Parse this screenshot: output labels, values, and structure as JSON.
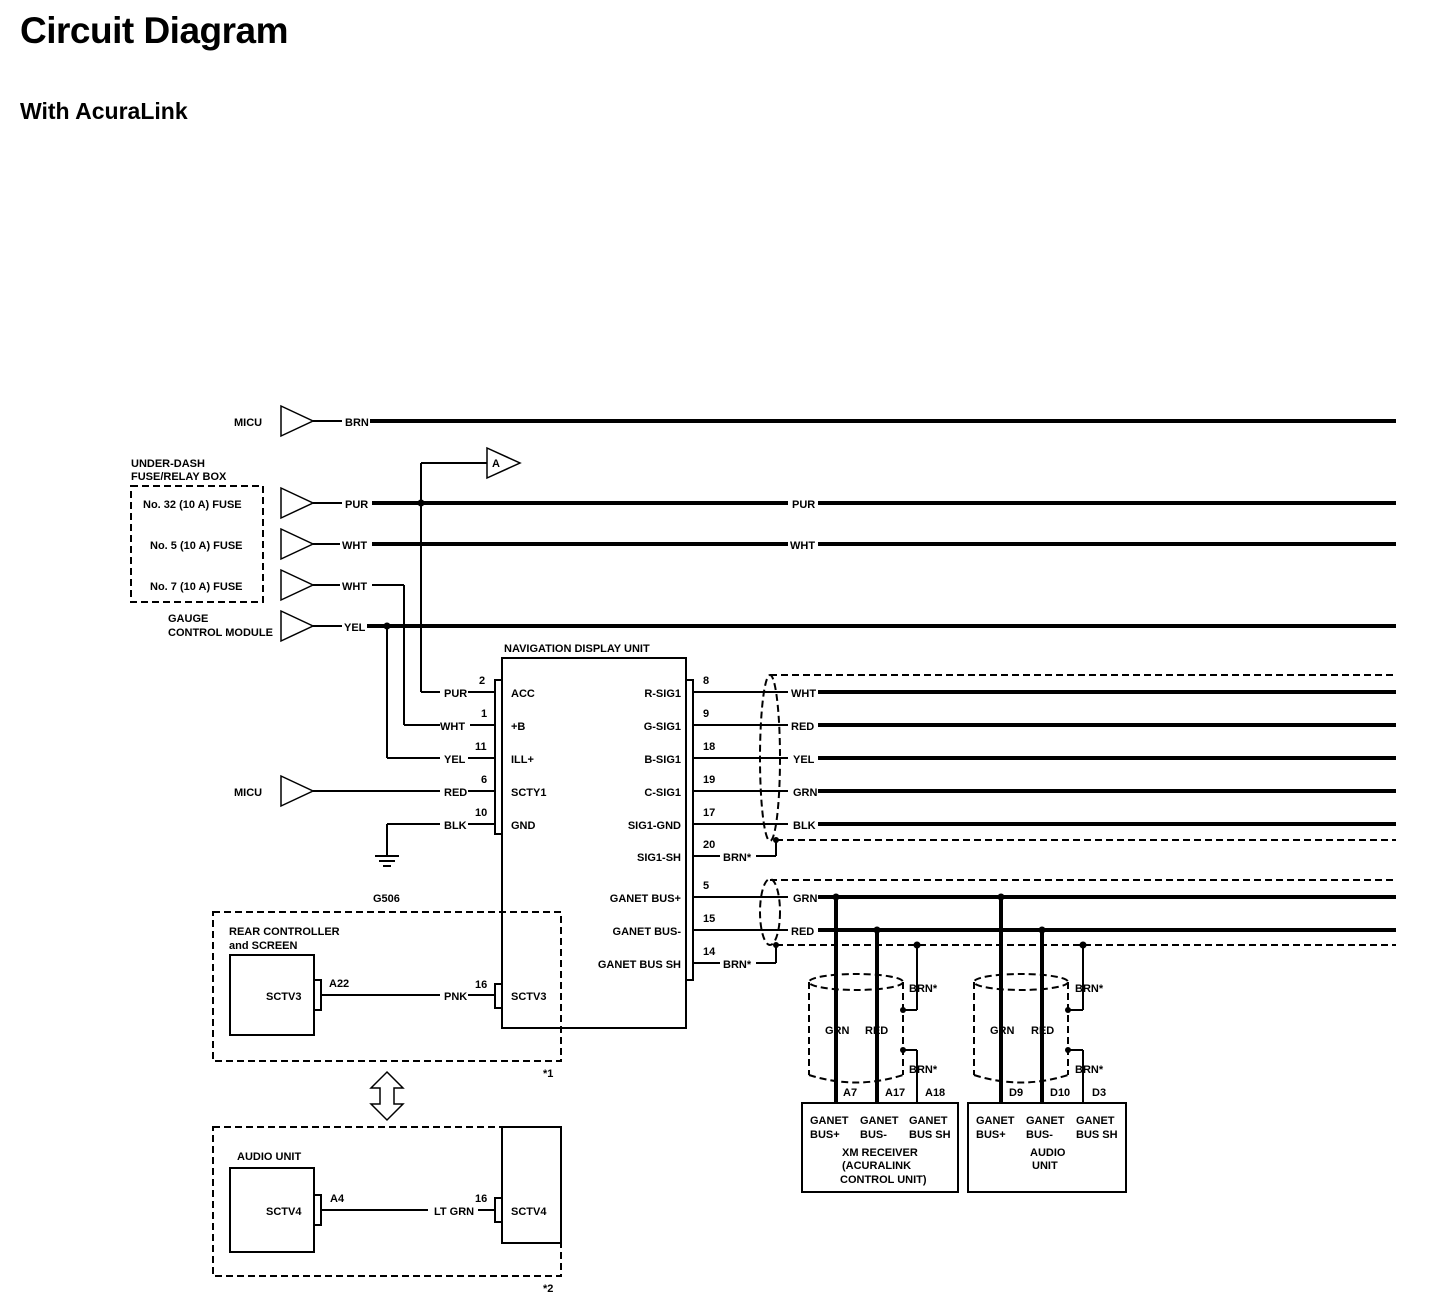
{
  "title": "Circuit Diagram",
  "subtitle": "With AcuraLink",
  "sources": {
    "micu_top": "MICU",
    "under_dash_1": "UNDER-DASH",
    "under_dash_2": "FUSE/RELAY BOX",
    "fuse32": "No. 32 (10 A) FUSE",
    "fuse5": "No. 5 (10 A) FUSE",
    "fuse7": "No. 7 (10 A) FUSE",
    "gauge_1": "GAUGE",
    "gauge_2": "CONTROL MODULE",
    "micu_mid": "MICU",
    "connector_a": "A",
    "ground": "G506"
  },
  "wire_colors": {
    "brn": "BRN",
    "pur": "PUR",
    "wht": "WHT",
    "yel": "YEL",
    "red": "RED",
    "blk": "BLK",
    "grn": "GRN",
    "pnk": "PNK",
    "ltgrn": "LT GRN",
    "brn_star": "BRN*"
  },
  "nav": {
    "title": "NAVIGATION DISPLAY UNIT",
    "left_pins": [
      {
        "num": "2",
        "name": "ACC",
        "wire": "PUR"
      },
      {
        "num": "1",
        "name": "+B",
        "wire": "WHT"
      },
      {
        "num": "11",
        "name": "ILL+",
        "wire": "YEL"
      },
      {
        "num": "6",
        "name": "SCTY1",
        "wire": "RED"
      },
      {
        "num": "10",
        "name": "GND",
        "wire": "BLK"
      }
    ],
    "right_pins": [
      {
        "num": "8",
        "name": "R-SIG1",
        "wire": "WHT"
      },
      {
        "num": "9",
        "name": "G-SIG1",
        "wire": "RED"
      },
      {
        "num": "18",
        "name": "B-SIG1",
        "wire": "YEL"
      },
      {
        "num": "19",
        "name": "C-SIG1",
        "wire": "GRN"
      },
      {
        "num": "17",
        "name": "SIG1-GND",
        "wire": "BLK"
      },
      {
        "num": "20",
        "name": "SIG1-SH",
        "wire": "BRN*"
      },
      {
        "num": "5",
        "name": "GANET BUS+",
        "wire": "GRN"
      },
      {
        "num": "15",
        "name": "GANET BUS-",
        "wire": "RED"
      },
      {
        "num": "14",
        "name": "GANET BUS SH",
        "wire": "BRN*"
      }
    ],
    "sctv3_pin": "16",
    "sctv3_name": "SCTV3",
    "sctv4_pin": "16",
    "sctv4_name": "SCTV4"
  },
  "rear": {
    "title_1": "REAR CONTROLLER",
    "title_2": "and SCREEN",
    "terminal": "SCTV3",
    "pin": "A22",
    "note": "*1"
  },
  "audio_left": {
    "title": "AUDIO UNIT",
    "terminal": "SCTV4",
    "pin": "A4",
    "note": "*2"
  },
  "xm": {
    "pins": [
      "A7",
      "A17",
      "A18"
    ],
    "terms": [
      "GANET",
      "BUS+",
      "GANET",
      "BUS-",
      "GANET",
      "BUS SH"
    ],
    "name_1": "XM RECEIVER",
    "name_2": "(ACURALINK",
    "name_3": "CONTROL UNIT)"
  },
  "audio_right": {
    "pins": [
      "D9",
      "D10",
      "D3"
    ],
    "terms": [
      "GANET",
      "BUS+",
      "GANET",
      "BUS-",
      "GANET",
      "BUS SH"
    ],
    "name_1": "AUDIO",
    "name_2": "UNIT"
  }
}
